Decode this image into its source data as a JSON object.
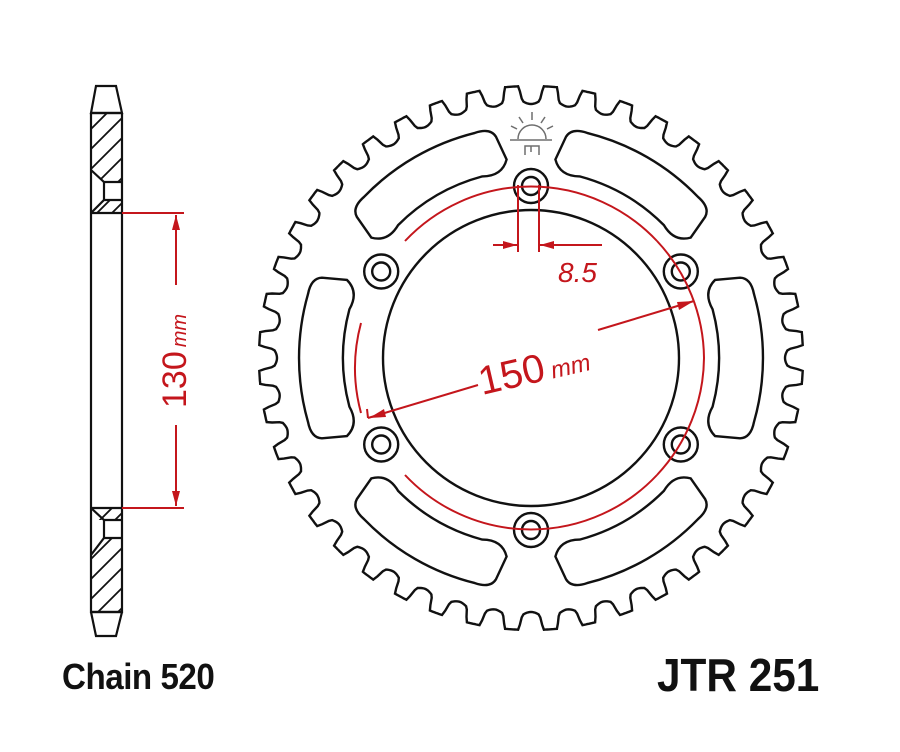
{
  "labels": {
    "chain": "Chain 520",
    "part_number": "JTR 251"
  },
  "dimensions": {
    "bolt_circle_diameter": "150",
    "bolt_circle_unit": "mm",
    "bolt_hole_diameter": "8.5",
    "thickness_height": "130",
    "thickness_unit": "mm"
  },
  "sprocket": {
    "teeth": 44,
    "bolt_holes": 6,
    "lightening_slots": 6
  },
  "colors": {
    "line": "#111111",
    "dimension": "#c4161c",
    "logo": "#6e6e6e"
  }
}
